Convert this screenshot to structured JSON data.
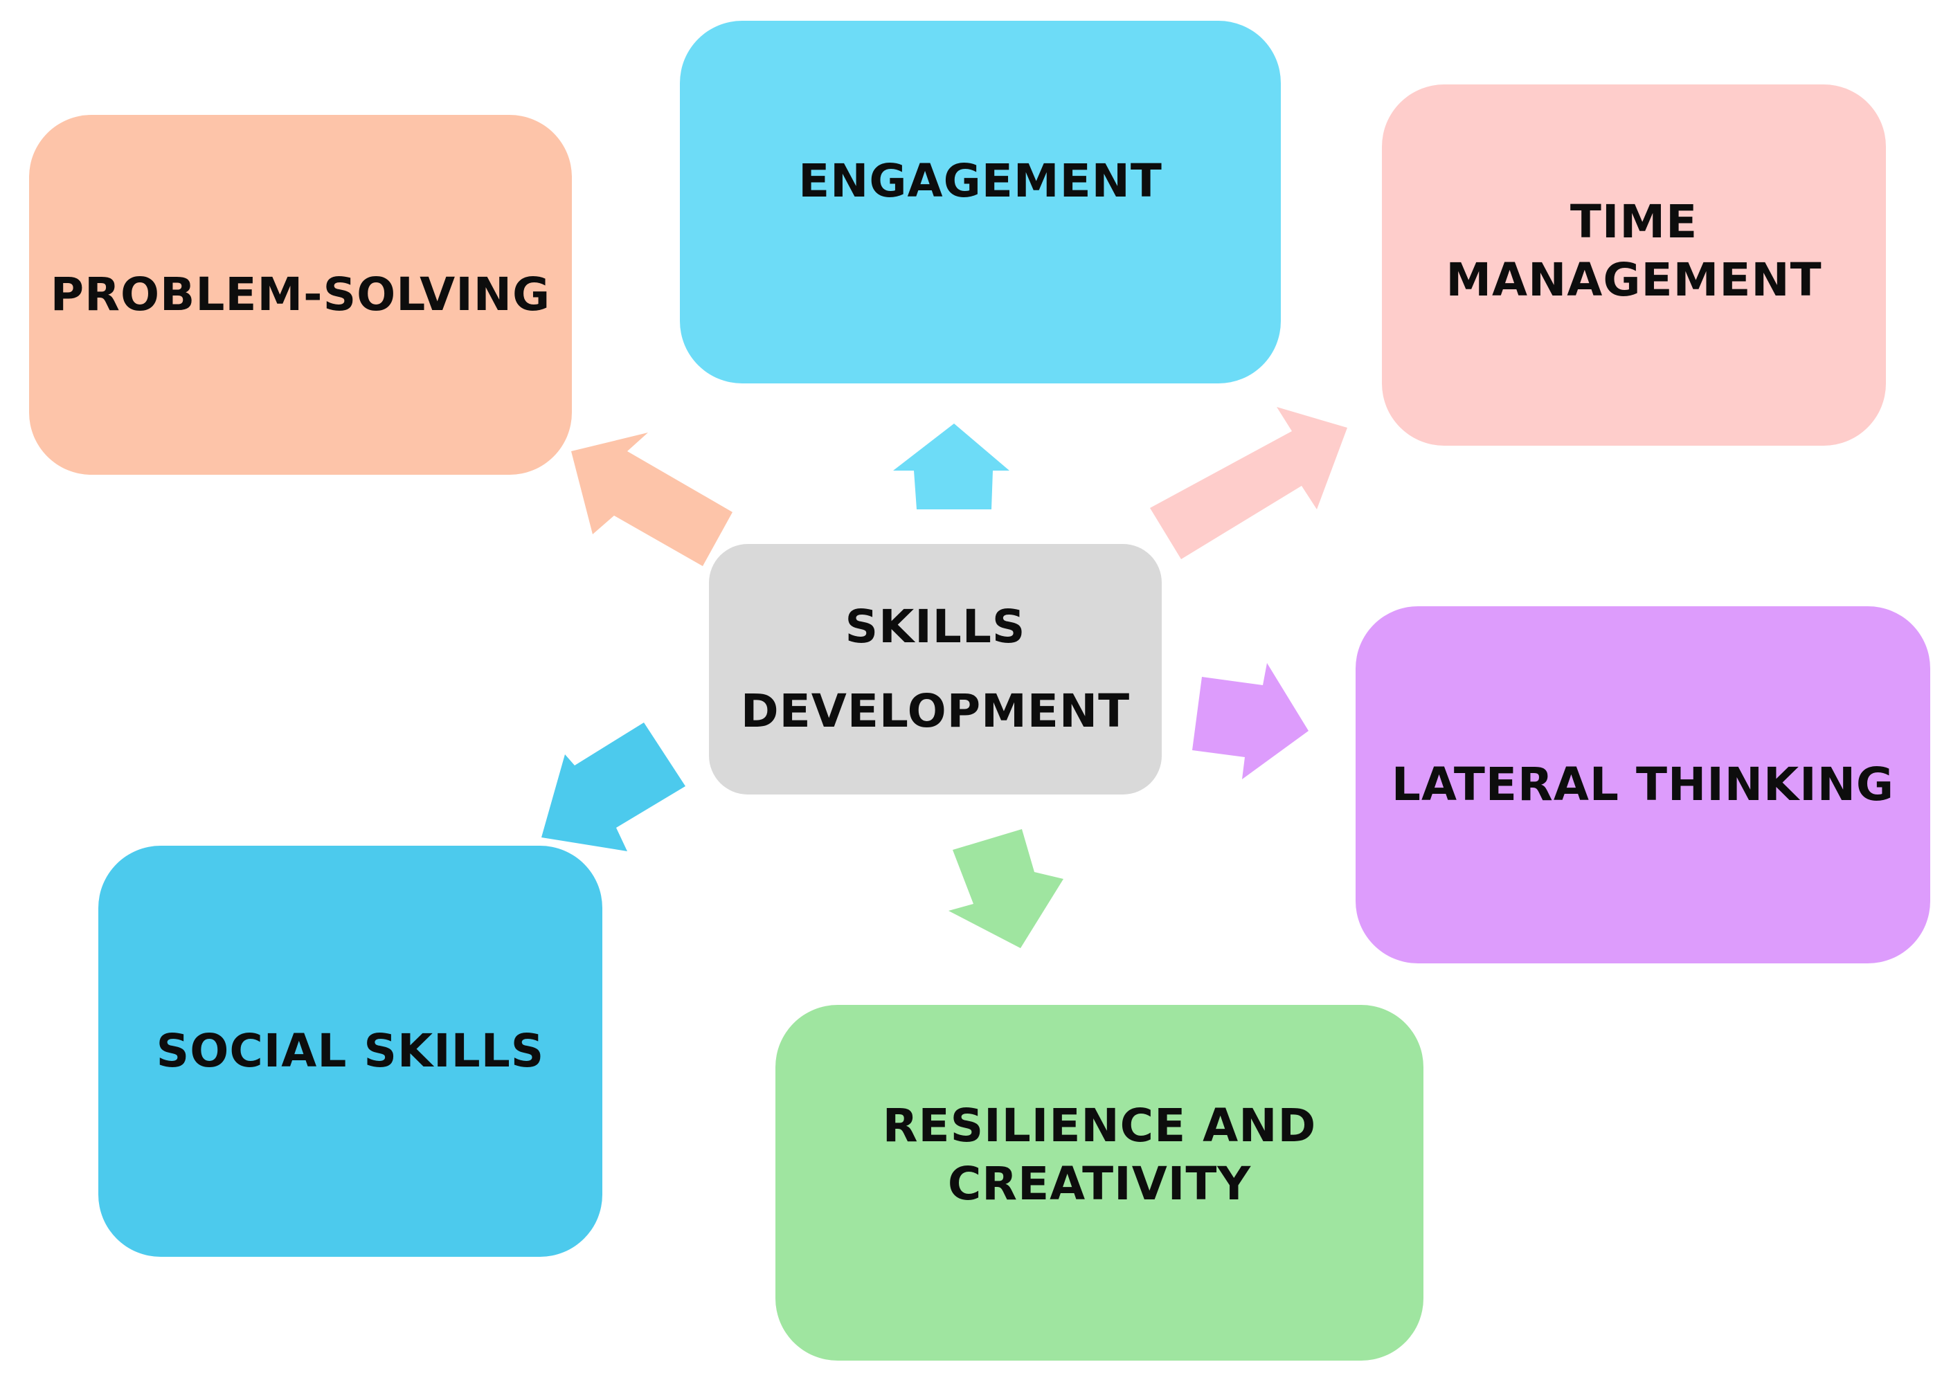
{
  "center": {
    "label": "SKILLS\nDEVELOPMENT",
    "color": "#d9d9d9"
  },
  "nodes": [
    {
      "id": "problem",
      "label": "PROBLEM-SOLVING",
      "color": "#fdc4a9",
      "arrow_color": "#fdc4a9"
    },
    {
      "id": "engagement",
      "label": "ENGAGEMENT",
      "color": "#6ddcf7",
      "arrow_color": "#6ddcf7"
    },
    {
      "id": "time",
      "label": "TIME\nMANAGEMENT",
      "color": "#fecdcb",
      "arrow_color": "#fecdcb"
    },
    {
      "id": "lateral",
      "label": "LATERAL THINKING",
      "color": "#dd9cfc",
      "arrow_color": "#dd9cfc"
    },
    {
      "id": "social",
      "label": "SOCIAL SKILLS",
      "color": "#4ccaed",
      "arrow_color": "#4ccaed"
    },
    {
      "id": "resilience",
      "label": "RESILIENCE AND\nCREATIVITY",
      "color": "#9fe5a0",
      "arrow_color": "#9fe5a0"
    }
  ]
}
